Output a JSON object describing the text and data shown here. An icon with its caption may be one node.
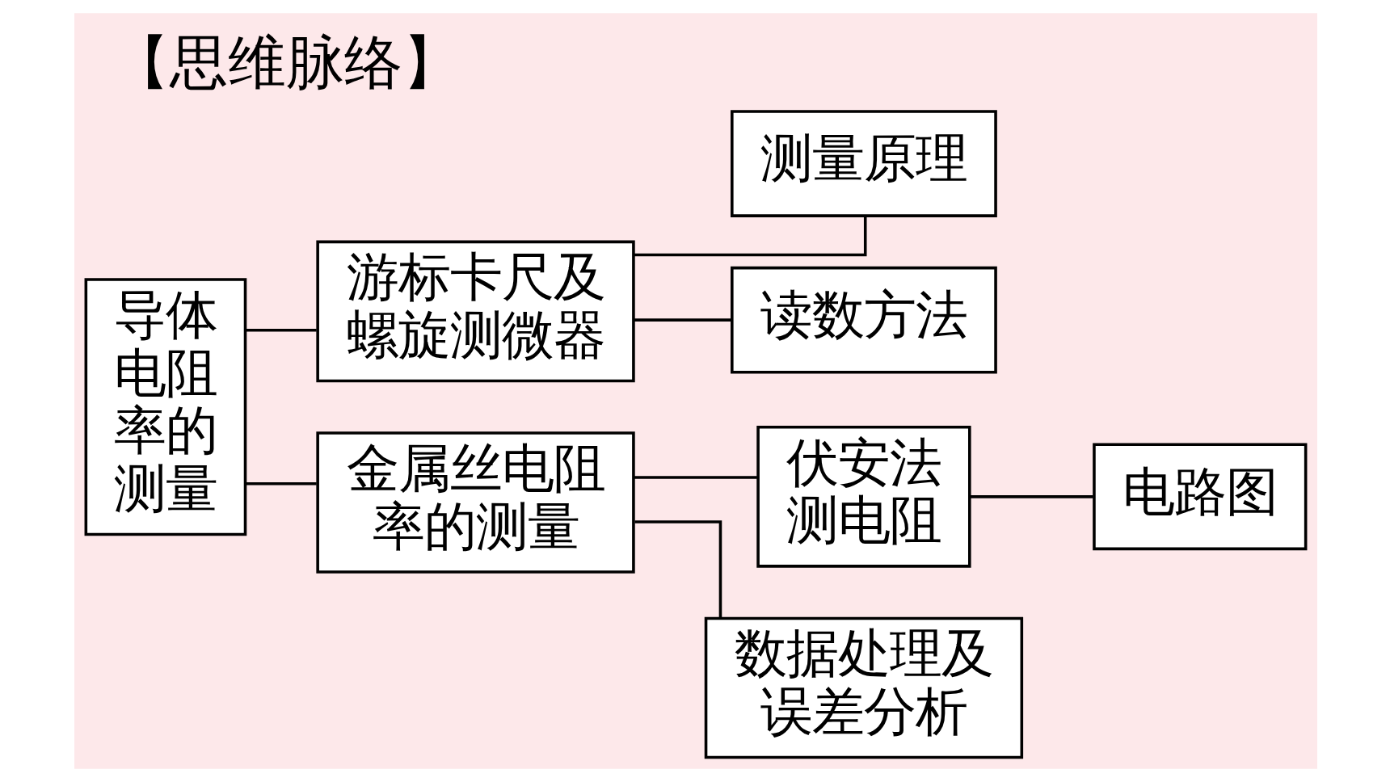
{
  "diagram": {
    "title": "【思维脉络】",
    "nodes": [
      {
        "text": [
          "导体电阻率的测量"
        ]
      },
      {
        "text": [
          "游标卡尺及螺旋测微器"
        ]
      },
      {
        "text": [
          "金属丝电阻率的测量"
        ]
      },
      {
        "text": [
          "测量原理"
        ]
      },
      {
        "text": [
          "读数方法"
        ]
      },
      {
        "text": [
          "伏安法测电阻"
        ]
      },
      {
        "text": [
          "数据处理及误差分析"
        ]
      },
      {
        "text": [
          "电路图"
        ]
      }
    ],
    "edges": [
      {
        "from": 0,
        "to": 1,
        "arrow": "none"
      },
      {
        "from": 0,
        "to": 2,
        "arrow": "none"
      },
      {
        "from": 1,
        "to": 3,
        "arrow": "none"
      },
      {
        "from": 1,
        "to": 4,
        "arrow": "none"
      },
      {
        "from": 2,
        "to": 5,
        "arrow": "none"
      },
      {
        "from": 2,
        "to": 6,
        "arrow": "none"
      },
      {
        "from": 5,
        "to": 7,
        "arrow": "none"
      }
    ]
  }
}
